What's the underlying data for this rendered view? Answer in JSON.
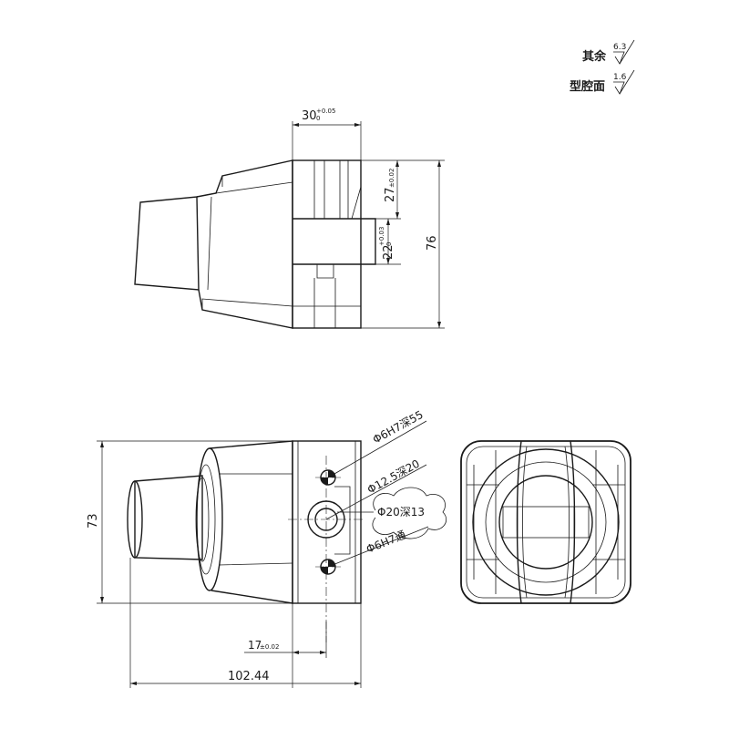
{
  "roughness": {
    "rest_label": "其余",
    "rest_value": "6.3",
    "cavity_label": "型腔面",
    "cavity_value": "1.6"
  },
  "dimensions": {
    "top_width": "30",
    "top_width_tol_upper": "+0.05",
    "top_width_tol_lower": "0",
    "height_27": "27",
    "height_27_tol": "±0.02",
    "height_22": "22",
    "height_22_tol_upper": "+0.03",
    "height_22_tol_lower": "0",
    "height_76": "76",
    "height_73": "73",
    "offset_17": "17",
    "offset_17_tol": "±0.02",
    "length_102": "102.44"
  },
  "callouts": {
    "hole_top": "Φ6H7深55",
    "bore_12": "Φ12.5深20",
    "bore_20": "Φ20深13",
    "hole_bottom": "Φ6H7通"
  }
}
